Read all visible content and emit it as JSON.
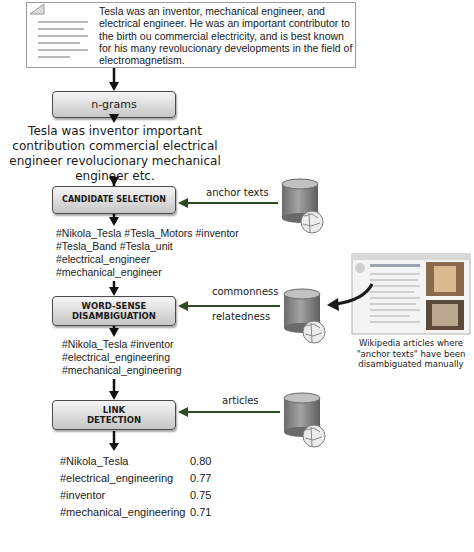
{
  "diagram": {
    "nodes": [
      {
        "text": [
          "Tesla was an inventor, mechanical engineer, and electrical engineer. He was an important contributor to the birth ou commercial electricity, and is best known for his many revolucionary developments in the field of electromagnetism."
        ]
      },
      {
        "text": [
          "n-grams"
        ]
      },
      {
        "text": [
          "CANDIDATE SELECTION"
        ]
      },
      {
        "text": [
          "WORD-SENSE DISAMBIGUATION"
        ]
      },
      {
        "text": [
          "LINK DETECTION"
        ]
      }
    ],
    "edges": [
      {
        "from": 0,
        "to": 1,
        "arrow": "to"
      },
      {
        "from": 1,
        "to": 2,
        "arrow": "to"
      },
      {
        "from": 2,
        "to": 3,
        "arrow": "to"
      },
      {
        "from": 3,
        "to": 4,
        "arrow": "to"
      }
    ],
    "labels": [
      "Tesla was inventor important contribution commercial electrical engineer revolucionary mechanical engineer etc.",
      "anchor texts",
      "#Nikola_Tesla #Tesla_Motors #inventor #Tesla_Band #Tesla_unit #electrical_engineer #mechanical_engineer",
      "commonness",
      "relatedness",
      "Wikipedia articles where \"anchor texts\" have been disambiguated manually",
      "#Nikola_Tesla #inventor #electrical_engineering #mechanical_engineering",
      "articles",
      "#Nikola_Tesla",
      "0.80",
      "#electrical_engineering",
      "0.77",
      "#inventor",
      "0.75",
      "#mechanical_engineering",
      "0.71"
    ]
  }
}
